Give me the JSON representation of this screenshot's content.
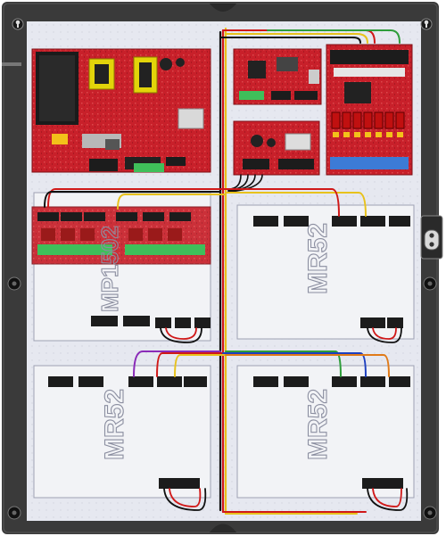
{
  "colors": {
    "enclosure": "#3a3a3a",
    "backplate": "#e6e8f0",
    "board_red": "#c8202a",
    "board_red_dark": "#7e0f16",
    "plate_gray": "#f2f3f6",
    "terminal_black": "#1c1c1c",
    "terminal_green": "#3fbf5a",
    "terminal_blue": "#3c7bd6",
    "wire_red": "#d01818",
    "wire_black": "#111111",
    "wire_yellow": "#e8c21c",
    "wire_green": "#2e9d3a",
    "wire_blue": "#1d3fbf",
    "wire_purple": "#8a2bb8",
    "wire_orange": "#e07a18"
  },
  "modules": {
    "mr52_upper_right": {
      "label": "MR52"
    },
    "mr52_lower_left": {
      "label": "MR52"
    },
    "mr52_lower_right": {
      "label": "MR52"
    },
    "mp1502": {
      "label": "MP1502"
    }
  }
}
